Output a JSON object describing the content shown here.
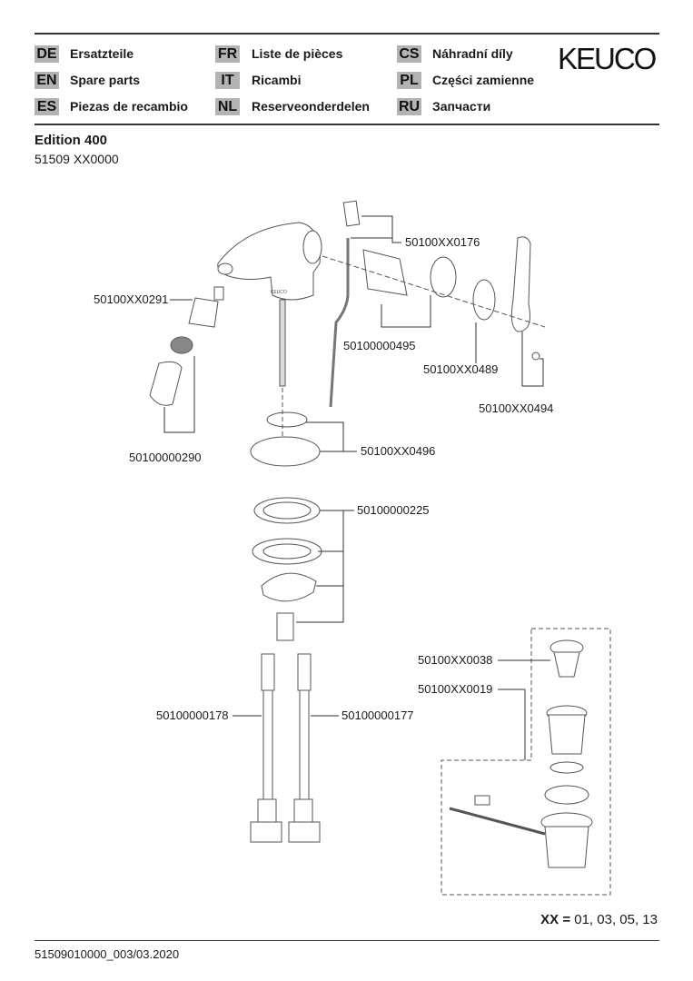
{
  "header": {
    "brand": "KEUCO",
    "languages": [
      {
        "code": "DE",
        "label": "Ersatzteile"
      },
      {
        "code": "EN",
        "label": "Spare parts"
      },
      {
        "code": "ES",
        "label": "Piezas de recambio"
      },
      {
        "code": "FR",
        "label": "Liste de pièces"
      },
      {
        "code": "IT",
        "label": "Ricambi"
      },
      {
        "code": "NL",
        "label": "Reserveonderdelen"
      },
      {
        "code": "CS",
        "label": "Náhradní díly"
      },
      {
        "code": "PL",
        "label": "Części zamienne"
      },
      {
        "code": "RU",
        "label": "Запчасти"
      }
    ]
  },
  "product": {
    "name": "Edition 400",
    "number": "51509 XX0000"
  },
  "parts": {
    "p0176": "50100XX0176",
    "p0291": "50100XX0291",
    "p0495": "50100000495",
    "p0489": "50100XX0489",
    "p0494": "50100XX0494",
    "p0290": "50100000290",
    "p0496": "50100XX0496",
    "p0225": "50100000225",
    "p0038": "50100XX0038",
    "p0019": "50100XX0019",
    "p0178": "50100000178",
    "p0177": "50100000177"
  },
  "finish": {
    "key": "XX =",
    "values": "01, 03, 05, 13"
  },
  "footer": {
    "doc_id": "51509010000_003/03.2020"
  }
}
